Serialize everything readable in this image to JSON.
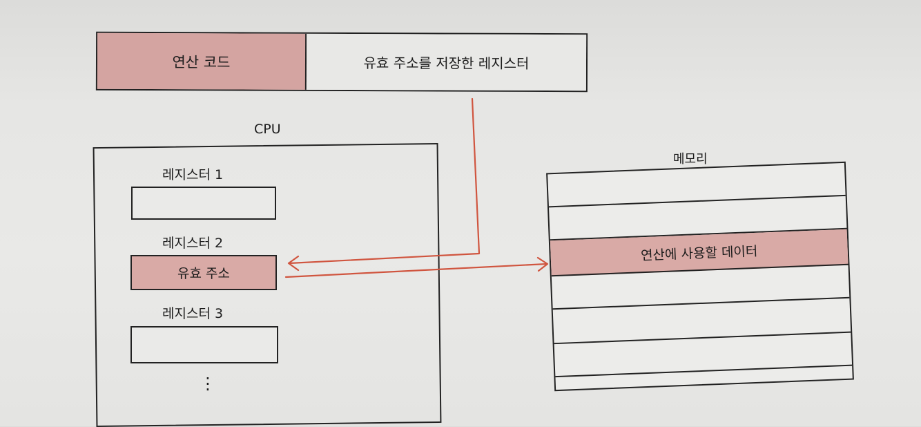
{
  "instruction": {
    "opcode": "연산 코드",
    "operand": "유효 주소를 저장한 레지스터"
  },
  "cpu": {
    "title": "CPU",
    "registers": [
      {
        "label": "레지스터 1",
        "value": ""
      },
      {
        "label": "레지스터 2",
        "value": "유효 주소"
      },
      {
        "label": "레지스터 3",
        "value": ""
      }
    ],
    "more": "⋮"
  },
  "memory": {
    "title": "메모리",
    "highlight": "연산에 사용할 데이터"
  },
  "colors": {
    "highlight": "#d9aaa6",
    "arrow": "#d0553f"
  }
}
